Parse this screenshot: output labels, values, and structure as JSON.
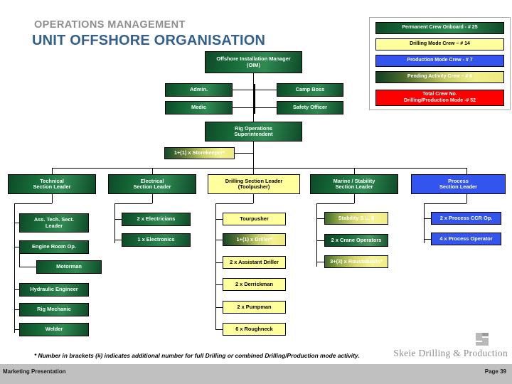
{
  "header": {
    "subtitle": "OPERATIONS MANAGEMENT",
    "title": "UNIT OFFSHORE ORGANISATION",
    "subtitle_color": "#8f8f8f",
    "title_color": "#34608f"
  },
  "legend": {
    "items": [
      {
        "label": "Permanent Crew Onboard - # 25",
        "style": "green",
        "color": "#176b38"
      },
      {
        "label": "Drilling Mode Crew – # 14",
        "style": "yellow",
        "color": "#ffff9e"
      },
      {
        "label": "Production Mode Crew - # 7",
        "style": "blue",
        "color": "#3355ee"
      },
      {
        "label": "Pending Activity Crew – # 6",
        "style": "gradyellow",
        "color": "#c9cf63"
      },
      {
        "label": "Total Crew No.\nDrilling/Production Mode -# 52",
        "style": "red",
        "color": "#fe0000"
      }
    ]
  },
  "chart": {
    "nodes": [
      {
        "id": "oim",
        "label": "Offshore Installation Manager\n(OIM)",
        "style": "green"
      },
      {
        "id": "admin",
        "label": "Admin.",
        "style": "green"
      },
      {
        "id": "campboss",
        "label": "Camp Boss",
        "style": "green"
      },
      {
        "id": "medic",
        "label": "Medic",
        "style": "green"
      },
      {
        "id": "safety",
        "label": "Safety Officer",
        "style": "green"
      },
      {
        "id": "rigops",
        "label": "Rig Operations\nSuperintendent",
        "style": "green"
      },
      {
        "id": "storekeeper",
        "label": "1+(1) x Storekeeper*",
        "style": "gradyellow2"
      },
      {
        "id": "tech-sl",
        "label": "Technical\nSection Leader",
        "style": "green"
      },
      {
        "id": "elec-sl",
        "label": "Electrical\nSection Leader",
        "style": "green"
      },
      {
        "id": "drill-sl",
        "label": "Drilling Section Leader\n(Toolpusher)",
        "style": "yellow"
      },
      {
        "id": "marine-sl",
        "label": "Marine / Stability\nSection Leader",
        "style": "green"
      },
      {
        "id": "proc-sl",
        "label": "Process\nSection Leader",
        "style": "blue"
      },
      {
        "id": "ass-tech",
        "label": "Ass. Tech. Sect.\nLeader",
        "style": "green"
      },
      {
        "id": "engine",
        "label": "Engine Room Op.",
        "style": "green"
      },
      {
        "id": "motorman",
        "label": "Motorman",
        "style": "green"
      },
      {
        "id": "hydraulic",
        "label": "Hydraulic Engineer",
        "style": "green"
      },
      {
        "id": "mechanic",
        "label": "Rig Mechanic",
        "style": "green"
      },
      {
        "id": "welder",
        "label": "Welder",
        "style": "green"
      },
      {
        "id": "electricians",
        "label": "2 x Electricians",
        "style": "green"
      },
      {
        "id": "electronics",
        "label": "1 x Electronics",
        "style": "green"
      },
      {
        "id": "tourpusher",
        "label": "Tourpusher",
        "style": "yellow"
      },
      {
        "id": "driller",
        "label": "1+(1) x Driller*",
        "style": "gradyellow2"
      },
      {
        "id": "assdriller",
        "label": "2 x Assistant Driller",
        "style": "yellow"
      },
      {
        "id": "derrickman",
        "label": "2 x Derrickman",
        "style": "yellow"
      },
      {
        "id": "pumpman",
        "label": "2 x Pumpman",
        "style": "yellow"
      },
      {
        "id": "roughneck",
        "label": "6 x Roughneck",
        "style": "yellow"
      },
      {
        "id": "stability2",
        "label": "Stability S L. II",
        "style": "gradyellow3"
      },
      {
        "id": "crane",
        "label": "2 x Crane Operators",
        "style": "gradgreen"
      },
      {
        "id": "roustabouts",
        "label": "3+(3) x Roustabouts*",
        "style": "gradyellow3"
      },
      {
        "id": "ccr",
        "label": "2 x Process CCR Op.",
        "style": "blue"
      },
      {
        "id": "procop",
        "label": "4 x Process Operator",
        "style": "blue"
      }
    ]
  },
  "footer": {
    "footnote": "* Number in brackets (#) indicates additional number for full Drilling or combined Drilling/Production mode activity.",
    "brand": "Skeie Drilling & Production",
    "status_left": "Marketing Presentation",
    "status_right": "Page 39"
  }
}
